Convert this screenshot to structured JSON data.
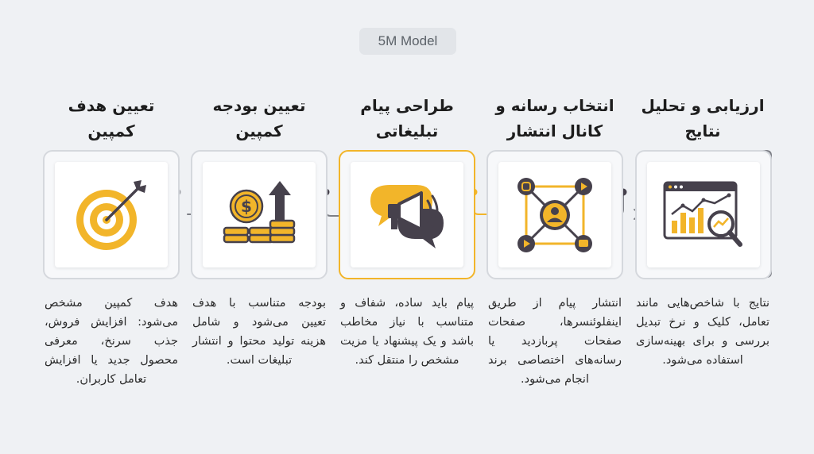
{
  "model_label": "5M Model",
  "colors": {
    "accent": "#f2b52a",
    "dark": "#46414c",
    "line": "#7d7f86",
    "card_border": "#d5d8dd"
  },
  "steps": [
    {
      "title": "ارزیابی و تحلیل نتایج",
      "icon": "analytics-chart-magnifier-icon",
      "description": "نتایج با شاخص‌هایی مانند تعامل، کلیک و نرخ تبدیل بررسی و برای بهینه‌سازی استفاده می‌شود."
    },
    {
      "title": "انتخاب رسانه و کانال انتشار",
      "icon": "media-network-icon",
      "description": "انتشار پیام از طریق اینفلوئنسرها، صفحات صفحات پربازدید یا رسانه‌های اختصاصی برند انجام می‌شود."
    },
    {
      "title": "طراحی پیام تبلیغاتی",
      "icon": "megaphone-chat-icon",
      "description": "پیام باید ساده، شفاف و متناسب با نیاز مخاطب باشد و یک پیشنهاد یا مزیت مشخص را منتقل کند."
    },
    {
      "title": "تعیین بودجه کمپین",
      "icon": "coins-growth-icon",
      "description": "بودجه متناسب با هدف تعیین می‌شود و شامل هزینه تولید محتوا و انتشار تبلیغات است."
    },
    {
      "title": "تعیین هدف کمپین",
      "icon": "target-arrow-icon",
      "description": "هدف کمپین مشخص می‌شود: افزایش فروش، جذب سرنخ، معرفی محصول جدید یا افزایش تعامل کاربران."
    }
  ]
}
